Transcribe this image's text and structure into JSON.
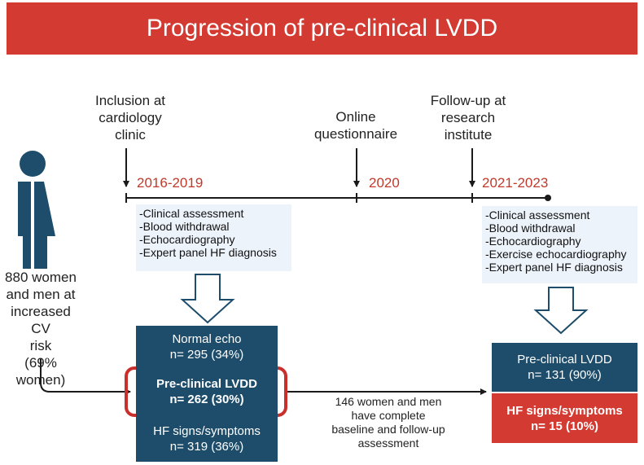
{
  "title": "Progression of pre-clinical LVDD",
  "timeline": {
    "inclusion_label": [
      "Inclusion at",
      "cardiology",
      "clinic"
    ],
    "questionnaire_label": [
      "Online",
      "questionnaire"
    ],
    "followup_label": [
      "Follow-up at",
      "research",
      "institute"
    ],
    "years": [
      "2016-2019",
      "2020",
      "2021-2023"
    ]
  },
  "baseline_assessments": [
    "-Clinical assessment",
    "-Blood withdrawal",
    "-Echocardiography",
    "-Expert panel HF diagnosis"
  ],
  "followup_assessments": [
    "-Clinical assessment",
    "-Blood withdrawal",
    "-Echocardiography",
    "-Exercise echocardiography",
    "-Expert panel HF diagnosis"
  ],
  "population": [
    "880 women",
    "and men at",
    "increased CV",
    "risk",
    "(69% women)"
  ],
  "baseline_groups": [
    {
      "name": "Normal echo",
      "value": "n= 295 (34%)"
    },
    {
      "name": "Pre-clinical LVDD",
      "value": "n= 262 (30%)"
    },
    {
      "name": "HF signs/symptoms",
      "value": "n= 319 (36%)"
    }
  ],
  "transition_note": [
    "146 women and men",
    "have complete",
    "baseline and follow-up",
    "assessment"
  ],
  "followup_groups": [
    {
      "name": "Pre-clinical LVDD",
      "value": "n= 131 (90%)"
    },
    {
      "name": "HF signs/symptoms",
      "value": "n= 15 (10%)"
    }
  ],
  "colors": {
    "banner": "#d33a31",
    "navy": "#1e4d6b",
    "red": "#d33a31",
    "highlight": "#c9302c",
    "info_bg": "#edf3fb",
    "year": "#c0392b"
  }
}
